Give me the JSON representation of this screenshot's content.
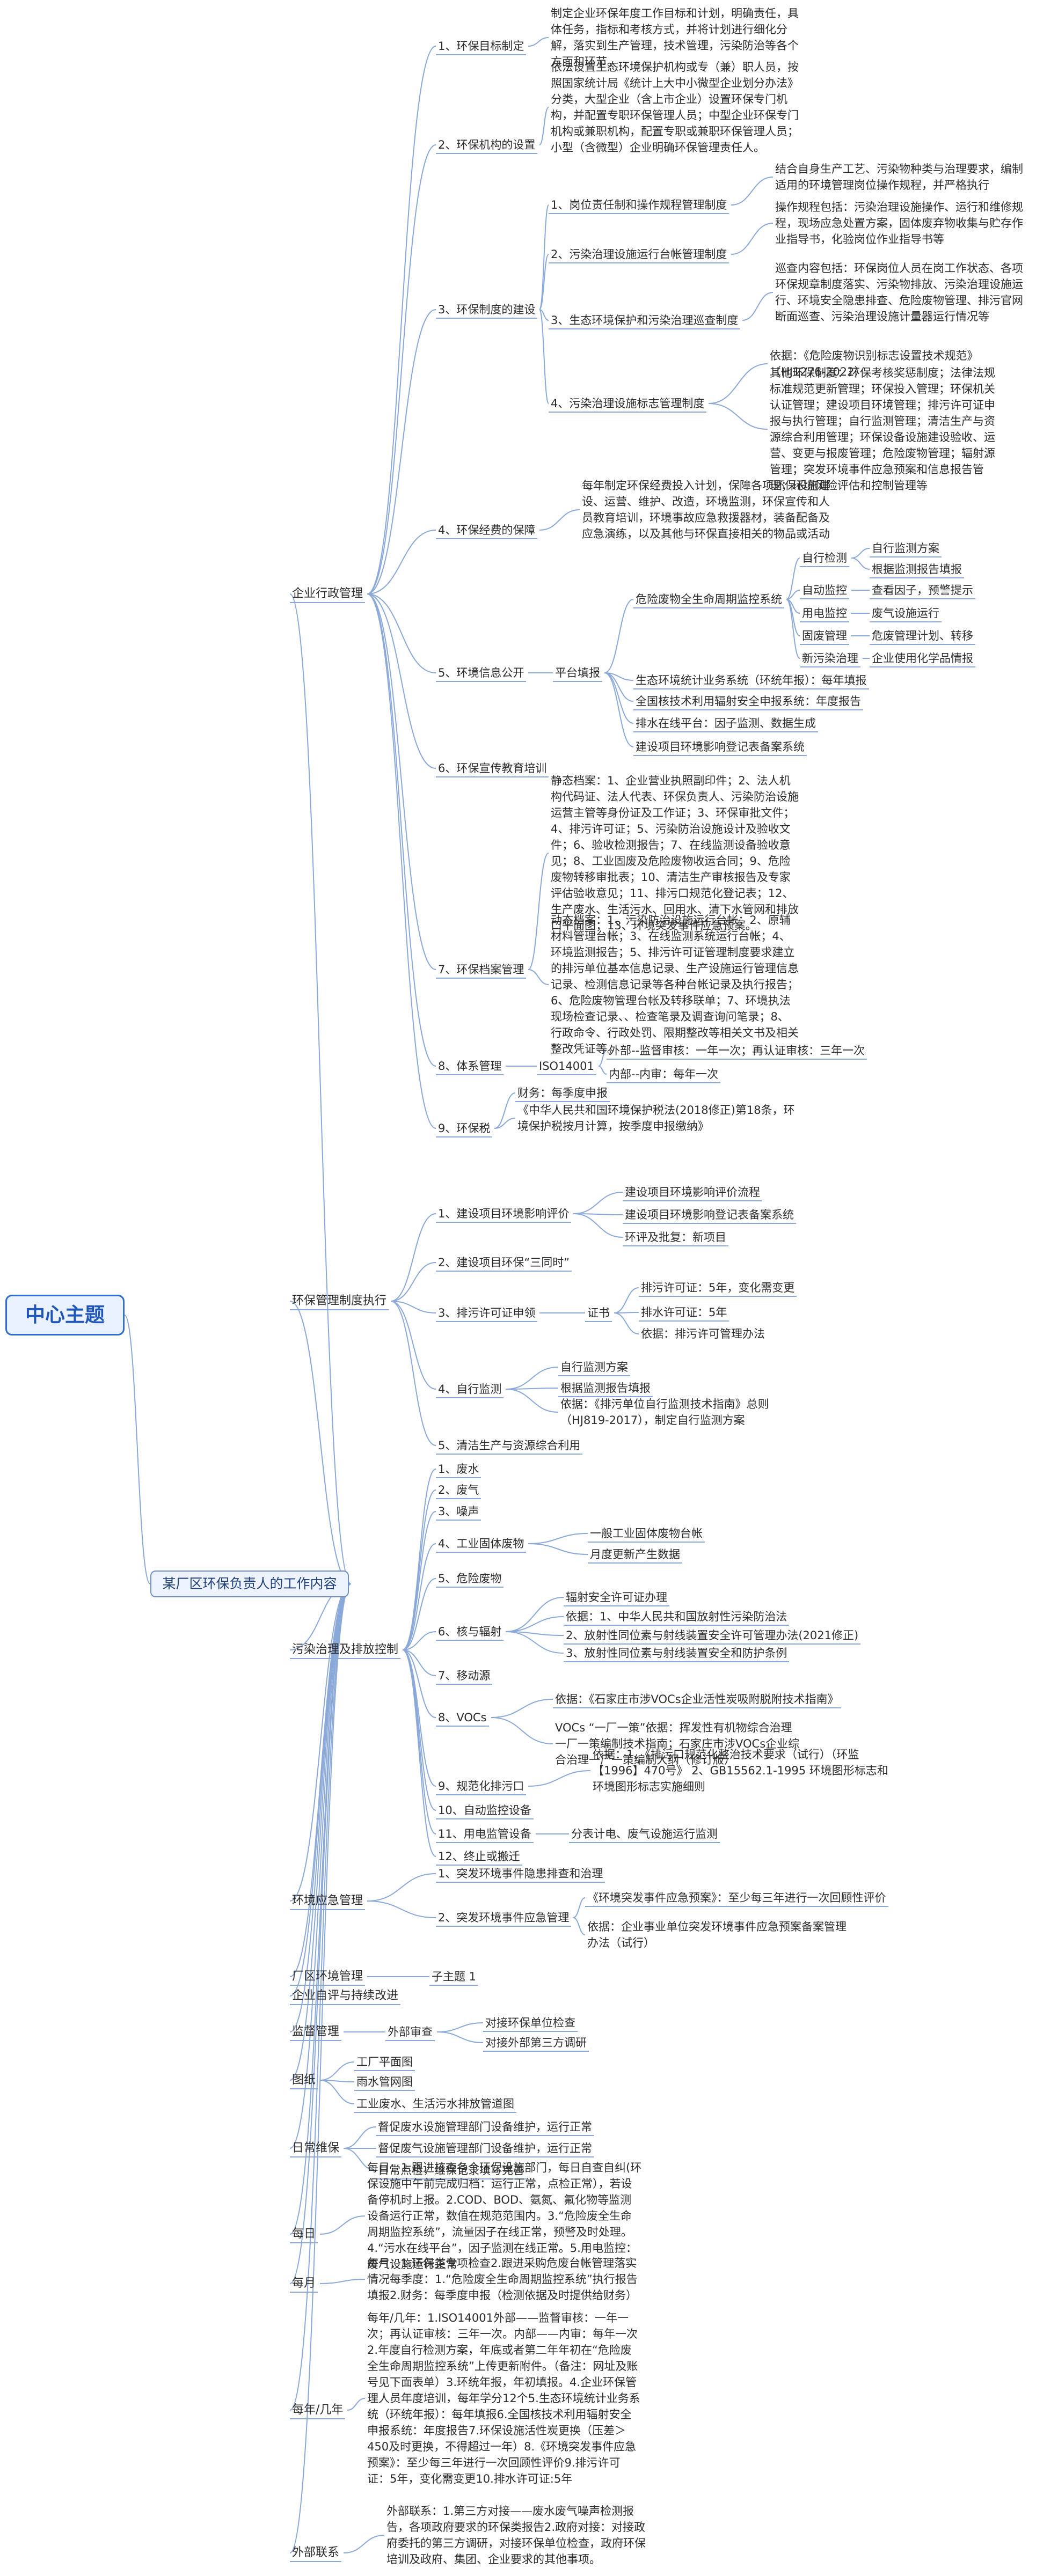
{
  "root": "中心主题",
  "main": "某厂区环保负责人的工作内容",
  "colors": {
    "line": "#8aa8d8",
    "root_border": "#2f6dd0",
    "main_border": "#6f8fc6"
  },
  "nodes": [
    {
      "id": "n0",
      "text": "企业行政管理"
    },
    {
      "id": "n1",
      "text": "1、环保目标制定"
    },
    {
      "id": "n2",
      "text": "制定企业环保年度工作目标和计划，明确责任，具体任务，指标和考核方式，并将计划进行细化分解，落实到生产管理，技术管理，污染防治等各个方面和环节。"
    },
    {
      "id": "n3",
      "text": "2、环保机构的设置"
    },
    {
      "id": "n4",
      "text": "依法设置生态环境保护机构或专（兼）职人员，按照国家统计局《统计上大中小微型企业划分办法》分类，大型企业（含上市企业）设置环保专门机构，并配置专职环保管理人员；中型企业环保专门机构或兼职机构，配置专职或兼职环保管理人员；小型（含微型）企业明确环保管理责任人。"
    },
    {
      "id": "n5",
      "text": "3、环保制度的建设"
    },
    {
      "id": "n6",
      "text": "1、岗位责任制和操作规程管理制度"
    },
    {
      "id": "n7",
      "text": "结合自身生产工艺、污染物种类与治理要求，编制适用的环境管理岗位操作规程，并严格执行"
    },
    {
      "id": "n8",
      "text": "2、污染治理设施运行台帐管理制度"
    },
    {
      "id": "n9",
      "text": "操作规程包括：污染治理设施操作、运行和维修规程，现场应急处置方案，固体废弃物收集与贮存作业指导书，化验岗位作业指导书等"
    },
    {
      "id": "n10",
      "text": "3、生态环境保护和污染治理巡查制度"
    },
    {
      "id": "n11",
      "text": "巡查内容包括：环保岗位人员在岗工作状态、各项环保规章制度落实、污染物排放、污染治理设施运行、环境安全隐患排查、危险废物管理、排污官网断面巡查、污染治理设施计量器运行情况等"
    },
    {
      "id": "n12",
      "text": "4、污染治理设施标志管理制度"
    },
    {
      "id": "n13",
      "text": "依据：《危险废物识别标志设置技术规范》（HJ1276-2022）"
    },
    {
      "id": "n14",
      "text": "其他环保制度：环保考核奖惩制度；法律法规标准规范更新管理；环保投入管理；环保机关认证管理；建设项目环境管理；排污许可证申报与执行管理；自行监测管理；清洁生产与资源综合利用管理；环保设备设施建设验收、运营、变更与报废管理；危险废物管理；辐射源管理；突发环境事件应急预案和信息报告管理；环境风险评估和控制管理等"
    },
    {
      "id": "n15",
      "text": "4、环保经费的保障"
    },
    {
      "id": "n16",
      "text": "每年制定环保经费投入计划，保障各项环保设施建设、运营、维护、改造，环境监测，环保宣传和人员教育培训，环境事故应急救援器材，装备配备及应急演练，以及其他与环保直接相关的物品或活动"
    },
    {
      "id": "n17",
      "text": "5、环境信息公开"
    },
    {
      "id": "n18",
      "text": "平台填报"
    },
    {
      "id": "n19",
      "text": "危险废物全生命周期监控系统"
    },
    {
      "id": "n20",
      "text": "自行检测"
    },
    {
      "id": "n21",
      "text": "自行监测方案"
    },
    {
      "id": "n22",
      "text": "根据监测报告填报"
    },
    {
      "id": "n23",
      "text": "自动监控"
    },
    {
      "id": "n24",
      "text": "查看因子，预警提示"
    },
    {
      "id": "n25",
      "text": "用电监控"
    },
    {
      "id": "n26",
      "text": "废气设施运行"
    },
    {
      "id": "n27",
      "text": "固废管理"
    },
    {
      "id": "n28",
      "text": "危废管理计划、转移"
    },
    {
      "id": "n29",
      "text": "新污染治理"
    },
    {
      "id": "n30",
      "text": "企业使用化学品情报"
    },
    {
      "id": "n31",
      "text": "生态环境统计业务系统（环统年报）：每年填报"
    },
    {
      "id": "n32",
      "text": "全国核技术利用辐射安全申报系统：年度报告"
    },
    {
      "id": "n33",
      "text": "排水在线平台：因子监测、数据生成"
    },
    {
      "id": "n34",
      "text": "建设项目环境影响登记表备案系统"
    },
    {
      "id": "n35",
      "text": "6、环保宣传教育培训"
    },
    {
      "id": "n36",
      "text": "7、环保档案管理"
    },
    {
      "id": "n37",
      "text": "静态档案：1、企业营业执照副印件；2、法人机构代码证、法人代表、环保负责人、污染防治设施运营主管等身份证及工作证；3、环保审批文件；4、排污许可证；5、污染防治设施设计及验收文件；6、验收检测报告；7、在线监测设备验收意见；8、工业固废及危险废物收运合同；9、危险废物转移审批表；10、清洁生产审核报告及专家评估验收意见；11、排污口规范化登记表；12、生产废水、生活污水、回用水、清下水管网和排放口平面图；13、环境突发事件应急预案。"
    },
    {
      "id": "n38",
      "text": "动态档案：1、污染防治设施运行台帐；2、原辅材料管理台帐；3、在线监测系统运行台帐；4、环境监测报告；5、排污许可证管理制度要求建立的排污单位基本信息记录、生产设施运行管理信息记录、检测信息记录等各种台帐记录及执行报告；6、危险废物管理台帐及转移联单；7、环境执法现场检查记录、、检查笔录及调查询问笔录；8、行政命令、行政处罚、限期整改等相关文书及相关整改凭证等。"
    },
    {
      "id": "n39",
      "text": "8、体系管理"
    },
    {
      "id": "n40",
      "text": "ISO14001"
    },
    {
      "id": "n41",
      "text": "外部--监督审核：一年一次；再认证审核：三年一次"
    },
    {
      "id": "n42",
      "text": "内部--内审：每年一次"
    },
    {
      "id": "n43",
      "text": "9、环保税"
    },
    {
      "id": "n44",
      "text": "财务：每季度申报"
    },
    {
      "id": "n45",
      "text": "《中华人民共和国环境保护税法(2018修正)第18条，环境保护税按月计算，按季度申报缴纳》"
    },
    {
      "id": "n46",
      "text": "环保管理制度执行"
    },
    {
      "id": "n47",
      "text": "1、建设项目环境影响评价"
    },
    {
      "id": "n48",
      "text": "建设项目环境影响评价流程"
    },
    {
      "id": "n49",
      "text": "建设项目环境影响登记表备案系统"
    },
    {
      "id": "n50",
      "text": "环评及批复：新项目"
    },
    {
      "id": "n51",
      "text": "2、建设项目环保“三同时”"
    },
    {
      "id": "n52",
      "text": "3、排污许可证申领"
    },
    {
      "id": "n53",
      "text": "证书"
    },
    {
      "id": "n54",
      "text": "排污许可证：5年，变化需变更"
    },
    {
      "id": "n55",
      "text": "排水许可证：5年"
    },
    {
      "id": "n56",
      "text": "依据：排污许可管理办法"
    },
    {
      "id": "n57",
      "text": "4、自行监测"
    },
    {
      "id": "n58",
      "text": "自行监测方案"
    },
    {
      "id": "n59",
      "text": "根据监测报告填报"
    },
    {
      "id": "n60",
      "text": "依据：《排污单位自行监测技术指南》总则（HJ819-2017），制定自行监测方案"
    },
    {
      "id": "n61",
      "text": "5、清洁生产与资源综合利用"
    },
    {
      "id": "n62",
      "text": "污染治理及排放控制"
    },
    {
      "id": "n63",
      "text": "1、废水"
    },
    {
      "id": "n64",
      "text": "2、废气"
    },
    {
      "id": "n65",
      "text": "3、噪声"
    },
    {
      "id": "n66",
      "text": "4、工业固体废物"
    },
    {
      "id": "n67",
      "text": "一般工业固体废物台帐"
    },
    {
      "id": "n68",
      "text": "月度更新产生数据"
    },
    {
      "id": "n69",
      "text": "5、危险废物"
    },
    {
      "id": "n70",
      "text": "6、核与辐射"
    },
    {
      "id": "n71",
      "text": "辐射安全许可证办理"
    },
    {
      "id": "n72",
      "text": "依据：1、中华人民共和国放射性污染防治法"
    },
    {
      "id": "n73",
      "text": "2、放射性同位素与射线装置安全许可管理办法(2021修正)"
    },
    {
      "id": "n74",
      "text": "3、放射性同位素与射线装置安全和防护条例"
    },
    {
      "id": "n75",
      "text": "7、移动源"
    },
    {
      "id": "n76",
      "text": "8、VOCs"
    },
    {
      "id": "n77",
      "text": "依据：《石家庄市涉VOCs企业活性炭吸附脱附技术指南》"
    },
    {
      "id": "n78",
      "text": "VOCs “一厂一策”依据：挥发性有机物综合治理一厂一策编制技术指南；石家庄市涉VOCs企业综合治理一厂一策编制大纲（修订版）"
    },
    {
      "id": "n79",
      "text": "9、规范化排污口"
    },
    {
      "id": "n80",
      "text": "依据：1、《排污口规范化整治技术要求（试行）（环监【1996】470号》 2、GB15562.1-1995 环境图形标志和环境图形标志实施细则"
    },
    {
      "id": "n81",
      "text": "10、自动监控设备"
    },
    {
      "id": "n82",
      "text": "11、用电监管设备"
    },
    {
      "id": "n83",
      "text": "分表计电、废气设施运行监测"
    },
    {
      "id": "n84",
      "text": "12、终止或搬迁"
    },
    {
      "id": "n85",
      "text": "环境应急管理"
    },
    {
      "id": "n86",
      "text": "1、突发环境事件隐患排查和治理"
    },
    {
      "id": "n87",
      "text": "2、突发环境事件应急管理"
    },
    {
      "id": "n88",
      "text": "《环境突发事件应急预案》：至少每三年进行一次回顾性评价"
    },
    {
      "id": "n89",
      "text": "依据：企业事业单位突发环境事件应急预案备案管理办法（试行）"
    },
    {
      "id": "n90",
      "text": "厂区环境管理"
    },
    {
      "id": "n91",
      "text": "子主题 1"
    },
    {
      "id": "n92",
      "text": "企业自评与持续改进"
    },
    {
      "id": "n93",
      "text": "监督管理"
    },
    {
      "id": "n94",
      "text": "外部审查"
    },
    {
      "id": "n95",
      "text": "对接环保单位检查"
    },
    {
      "id": "n96",
      "text": "对接外部第三方调研"
    },
    {
      "id": "n97",
      "text": "图纸"
    },
    {
      "id": "n98",
      "text": "工厂平面图"
    },
    {
      "id": "n99",
      "text": "雨水管网图"
    },
    {
      "id": "n100",
      "text": "工业废水、生活污水排放管道图"
    },
    {
      "id": "n101",
      "text": "日常维保"
    },
    {
      "id": "n102",
      "text": "督促废水设施管理部门设备维护，运行正常"
    },
    {
      "id": "n103",
      "text": "督促废气设施管理部门设备维护，运行正常"
    },
    {
      "id": "n104",
      "text": "日常点检，维保记录填写完善"
    },
    {
      "id": "n105",
      "text": "每日"
    },
    {
      "id": "n106",
      "text": "每日：1.跟进核查各个环保设施部门，每日自查自纠(环保设施中午前完成归档：运行正常，点检正常），若设备停机时上报。2.COD、BOD、氨氮、氟化物等监测设备运行正常，数值在规范范围内。3.“危险废全生命周期监控系统”，流量因子在线正常，预警及时处理。4.“污水在线平台”，因子监测在线正常。5.用电监控：废气设施运行正常"
    },
    {
      "id": "n107",
      "text": "每月"
    },
    {
      "id": "n108",
      "text": "每月：1.环保类专项检查2.跟进采购危废台帐管理落实情况每季度：1.“危险废全生命周期监控系统”执行报告填报2.财务：每季度申报（检测依据及时提供给财务）"
    },
    {
      "id": "n109",
      "text": "每年/几年"
    },
    {
      "id": "n110",
      "text": "每年/几年：1.ISO14001外部——监督审核：一年一次；再认证审核：三年一次。内部——内审：每年一次2.年度自行检测方案，年底或者第二年年初在“危险废全生命周期监控系统”上传更新附件。（备注：网址及账号见下面表单）3.环统年报，年初填报。4.企业环保管理人员年度培训，每年学分12个5.生态环境统计业务系统（环统年报）：每年填报6.全国核技术利用辐射安全申报系统：年度报告7.环保设施活性炭更换（压差＞450及时更换，不得超过一年）8.《环境突发事件应急预案》：至少每三年进行一次回顾性评价9.排污许可证：5年，变化需变更10.排水许可证:5年"
    },
    {
      "id": "n111",
      "text": "外部联系"
    },
    {
      "id": "n112",
      "text": "外部联系：1.第三方对接——废水废气噪声检测报告，各项政府要求的环保类报告2.政府对接：对接政府委托的第三方调研，对接环保单位检查，政府环保培训及政府、集团、企业要求的其他事项。"
    }
  ]
}
